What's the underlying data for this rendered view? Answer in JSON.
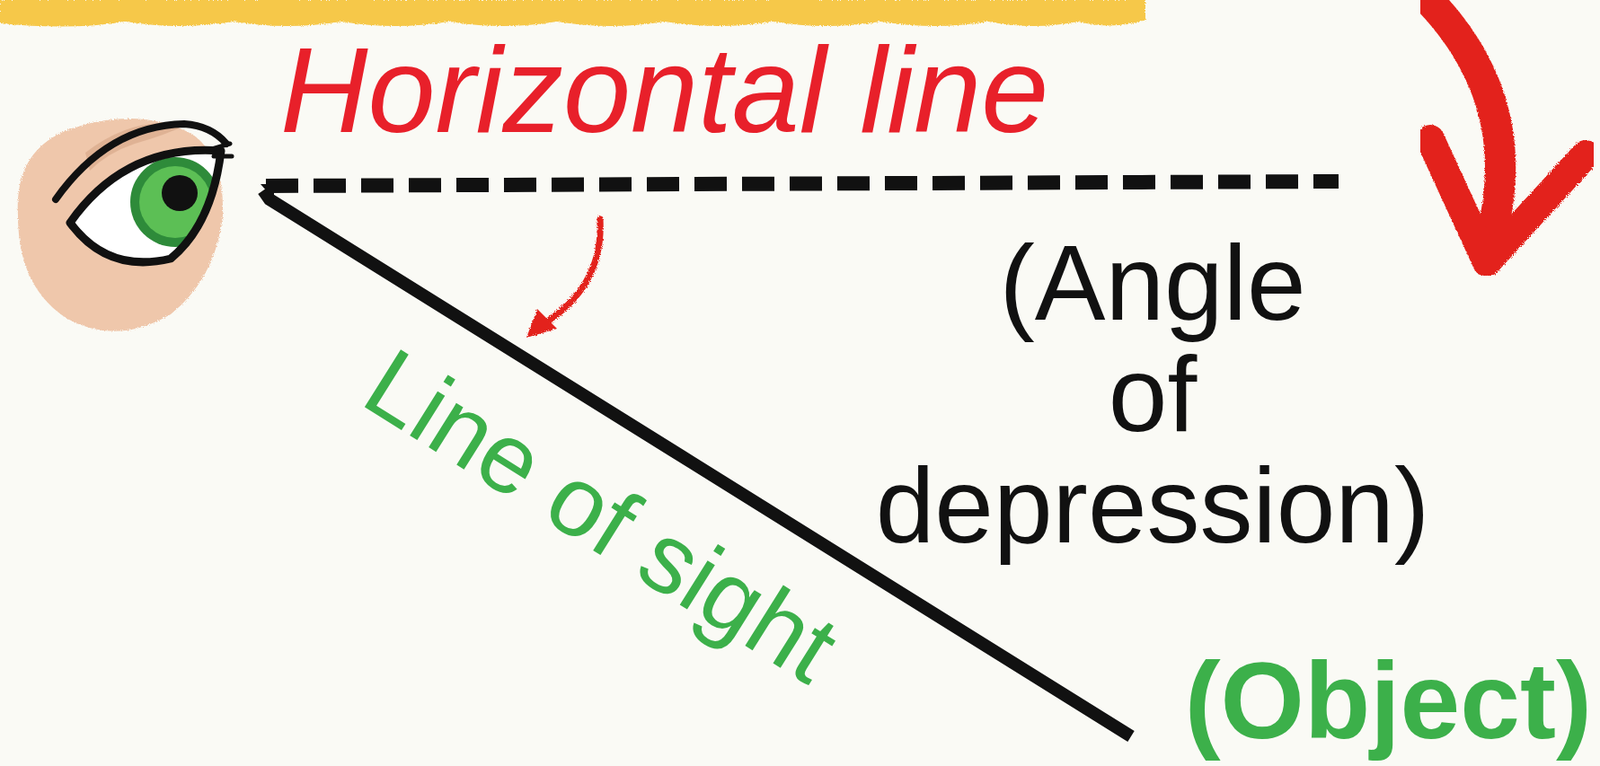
{
  "diagram": {
    "labels": [
      "Horizontal line",
      "(Angle of depression)",
      "Line of sight",
      "(Object)"
    ]
  }
}
